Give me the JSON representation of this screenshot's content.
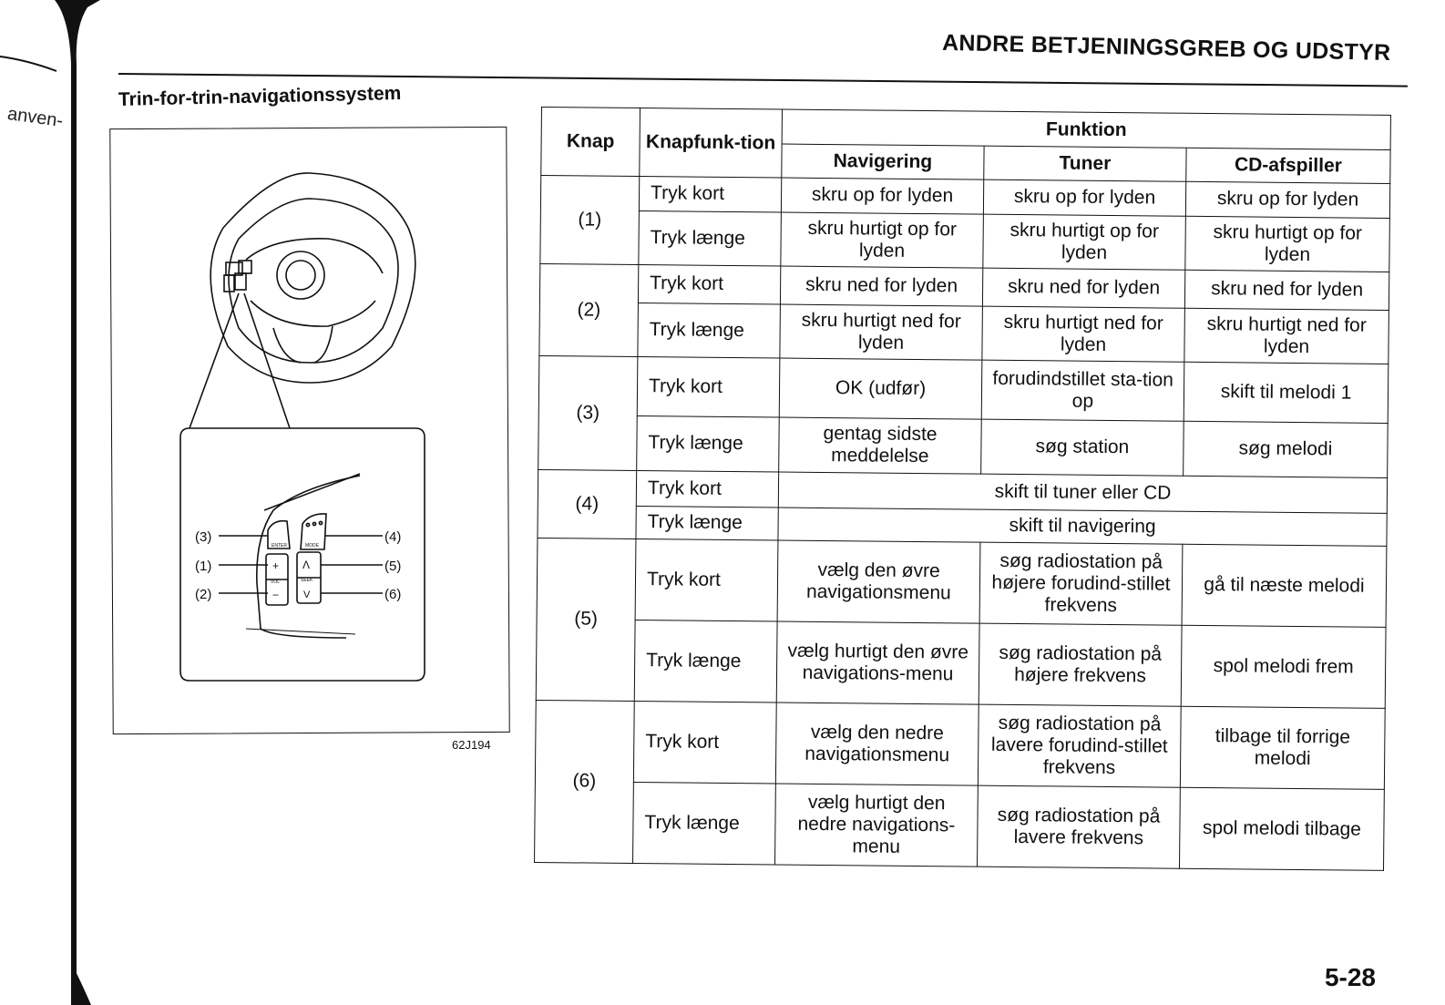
{
  "header": {
    "chapter_title": "ANDRE BETJENINGSGREB OG UDSTYR",
    "margin_fragment": "anven-"
  },
  "section": {
    "title": "Trin-for-trin-navigationssystem"
  },
  "figure": {
    "code": "62J194",
    "callouts": {
      "c1": "(1)",
      "c2": "(2)",
      "c3": "(3)",
      "c4": "(4)",
      "c5": "(5)",
      "c6": "(6)"
    },
    "button_marks": {
      "plus": "+",
      "minus": "−",
      "vol": "VOL",
      "up": "Λ",
      "down": "V",
      "seek": "SEEK",
      "enter": "ENTER",
      "mode": "MODE"
    }
  },
  "table": {
    "headers": {
      "knap": "Knap",
      "knapfunktion": "Knapfunk-tion",
      "funktion": "Funktion",
      "navigering": "Navigering",
      "tuner": "Tuner",
      "cd": "CD-afspiller"
    },
    "groups": [
      {
        "knap": "(1)",
        "rows": [
          {
            "mode": "Tryk kort",
            "nav": "skru op for lyden",
            "tuner": "skru op for lyden",
            "cd": "skru op for lyden"
          },
          {
            "mode": "Tryk længe",
            "nav": "skru hurtigt op for lyden",
            "tuner": "skru hurtigt op for lyden",
            "cd": "skru hurtigt op for lyden"
          }
        ]
      },
      {
        "knap": "(2)",
        "rows": [
          {
            "mode": "Tryk kort",
            "nav": "skru ned for lyden",
            "tuner": "skru ned for lyden",
            "cd": "skru ned for lyden"
          },
          {
            "mode": "Tryk længe",
            "nav": "skru hurtigt ned for lyden",
            "tuner": "skru hurtigt ned for lyden",
            "cd": "skru hurtigt ned for lyden"
          }
        ]
      },
      {
        "knap": "(3)",
        "rows": [
          {
            "mode": "Tryk kort",
            "nav": "OK (udfør)",
            "tuner": "forudindstillet sta-tion op",
            "cd": "skift til melodi 1"
          },
          {
            "mode": "Tryk længe",
            "nav": "gentag sidste meddelelse",
            "tuner": "søg station",
            "cd": "søg melodi"
          }
        ]
      },
      {
        "knap": "(4)",
        "rows": [
          {
            "mode": "Tryk kort",
            "span": "skift til tuner eller CD"
          },
          {
            "mode": "Tryk længe",
            "span": "skift til navigering"
          }
        ]
      },
      {
        "knap": "(5)",
        "rows": [
          {
            "mode": "Tryk kort",
            "nav": "vælg den øvre navigationsmenu",
            "tuner": "søg radiostation på højere forudind-stillet frekvens",
            "cd": "gå til næste melodi"
          },
          {
            "mode": "Tryk længe",
            "nav": "vælg hurtigt den øvre navigations-menu",
            "tuner": "søg radiostation på højere frekvens",
            "cd": "spol melodi frem"
          }
        ]
      },
      {
        "knap": "(6)",
        "rows": [
          {
            "mode": "Tryk kort",
            "nav": "vælg den nedre navigationsmenu",
            "tuner": "søg radiostation på lavere forudind-stillet frekvens",
            "cd": "tilbage til forrige melodi"
          },
          {
            "mode": "Tryk længe",
            "nav": "vælg hurtigt den nedre navigations-menu",
            "tuner": "søg radiostation på lavere frekvens",
            "cd": "spol melodi tilbage"
          }
        ]
      }
    ]
  },
  "footer": {
    "page_number": "5-28"
  }
}
